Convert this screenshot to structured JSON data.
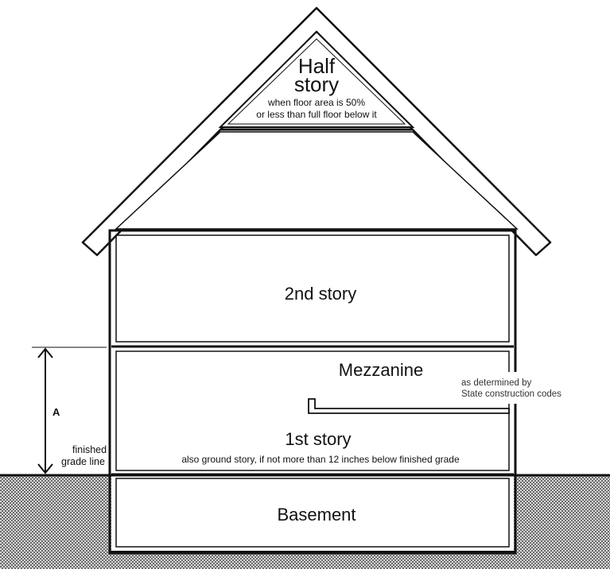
{
  "labels": {
    "half_story_line1": "Half",
    "half_story_line2": "story",
    "half_story_note_line1": "when floor area is 50%",
    "half_story_note_line2": "or less than full floor below it",
    "second_story": "2nd story",
    "mezzanine": "Mezzanine",
    "mezzanine_note_line1": "as determined by",
    "mezzanine_note_line2": "State construction codes",
    "first_story": "1st story",
    "first_story_note": "also ground story, if not more than 12 inches below finished grade",
    "basement": "Basement",
    "dimension_label": "A",
    "grade_line_label_line1": "finished",
    "grade_line_label_line2": "grade line"
  },
  "colors": {
    "line": "#111111",
    "ground_fill": "#9a9a9a",
    "background": "#ffffff"
  }
}
